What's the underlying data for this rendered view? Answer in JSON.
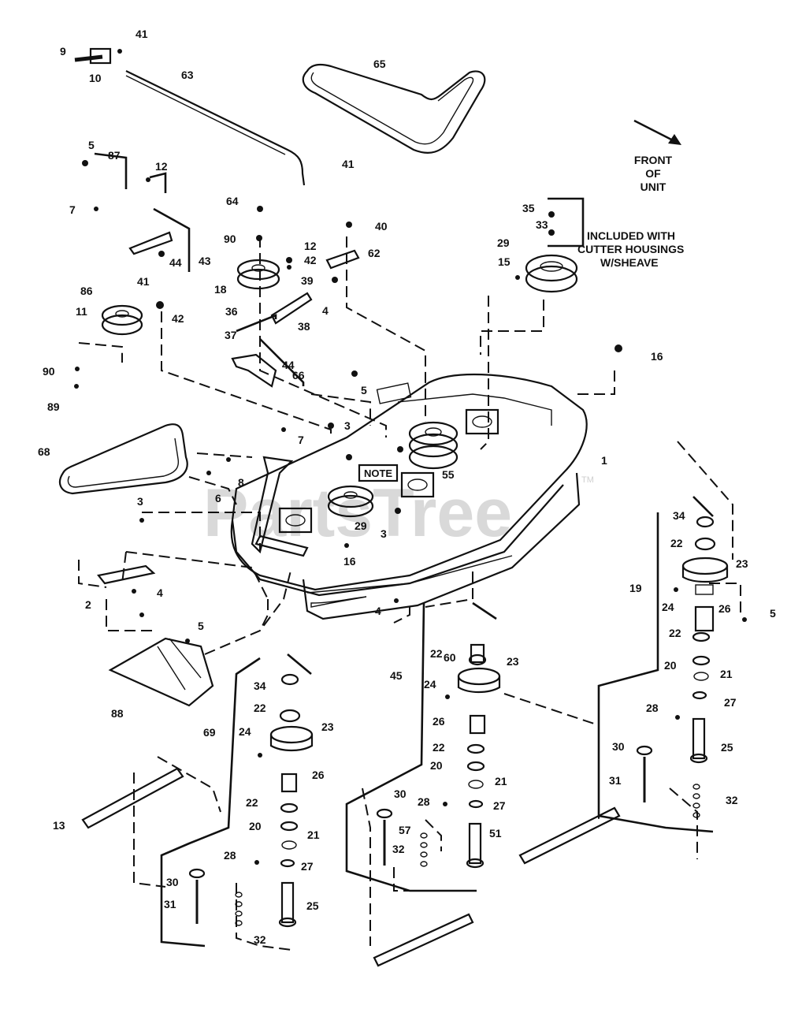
{
  "diagram": {
    "watermark": "PartsTree",
    "watermark_tm": "TM",
    "front_label_line1": "FRONT",
    "front_label_line2": "OF",
    "front_label_line3": "UNIT",
    "included_line1": "INCLUDED WITH",
    "included_line2": "CUTTER HOUSINGS",
    "included_line3": "W/SHEAVE",
    "note_box": "NOTE"
  },
  "callouts": [
    {
      "id": "c-9",
      "text": "9"
    },
    {
      "id": "c-10",
      "text": "10"
    },
    {
      "id": "c-41a",
      "text": "41"
    },
    {
      "id": "c-63",
      "text": "63"
    },
    {
      "id": "c-65",
      "text": "65"
    },
    {
      "id": "c-5a",
      "text": "5"
    },
    {
      "id": "c-87",
      "text": "87"
    },
    {
      "id": "c-12a",
      "text": "12"
    },
    {
      "id": "c-41b",
      "text": "41"
    },
    {
      "id": "c-7a",
      "text": "7"
    },
    {
      "id": "c-43",
      "text": "43"
    },
    {
      "id": "c-44a",
      "text": "44"
    },
    {
      "id": "c-41c",
      "text": "41"
    },
    {
      "id": "c-86",
      "text": "86"
    },
    {
      "id": "c-11",
      "text": "11"
    },
    {
      "id": "c-42a",
      "text": "42"
    },
    {
      "id": "c-90a",
      "text": "90"
    },
    {
      "id": "c-89",
      "text": "89"
    },
    {
      "id": "c-64",
      "text": "64"
    },
    {
      "id": "c-90b",
      "text": "90"
    },
    {
      "id": "c-18",
      "text": "18"
    },
    {
      "id": "c-36",
      "text": "36"
    },
    {
      "id": "c-37",
      "text": "37"
    },
    {
      "id": "c-12b",
      "text": "12"
    },
    {
      "id": "c-42b",
      "text": "42"
    },
    {
      "id": "c-39",
      "text": "39"
    },
    {
      "id": "c-4a",
      "text": "4"
    },
    {
      "id": "c-38",
      "text": "38"
    },
    {
      "id": "c-40",
      "text": "40"
    },
    {
      "id": "c-62",
      "text": "62"
    },
    {
      "id": "c-44b",
      "text": "44"
    },
    {
      "id": "c-66",
      "text": "66"
    },
    {
      "id": "c-35",
      "text": "35"
    },
    {
      "id": "c-33",
      "text": "33"
    },
    {
      "id": "c-29a",
      "text": "29"
    },
    {
      "id": "c-15",
      "text": "15"
    },
    {
      "id": "c-16a",
      "text": "16"
    },
    {
      "id": "c-5b",
      "text": "5"
    },
    {
      "id": "c-3a",
      "text": "3"
    },
    {
      "id": "c-7b",
      "text": "7"
    },
    {
      "id": "c-55",
      "text": "55"
    },
    {
      "id": "c-1",
      "text": "1"
    },
    {
      "id": "c-68",
      "text": "68"
    },
    {
      "id": "c-8",
      "text": "8"
    },
    {
      "id": "c-6",
      "text": "6"
    },
    {
      "id": "c-3b",
      "text": "3"
    },
    {
      "id": "c-29b",
      "text": "29"
    },
    {
      "id": "c-3c",
      "text": "3"
    },
    {
      "id": "c-16b",
      "text": "16"
    },
    {
      "id": "c-2",
      "text": "2"
    },
    {
      "id": "c-4b",
      "text": "4"
    },
    {
      "id": "c-5c",
      "text": "5"
    },
    {
      "id": "c-4c",
      "text": "4"
    },
    {
      "id": "c-88",
      "text": "88"
    },
    {
      "id": "c-34a",
      "text": "34"
    },
    {
      "id": "c-22a",
      "text": "22"
    },
    {
      "id": "c-23a",
      "text": "23"
    },
    {
      "id": "c-19",
      "text": "19"
    },
    {
      "id": "c-24a",
      "text": "24"
    },
    {
      "id": "c-26a",
      "text": "26"
    },
    {
      "id": "c-5d",
      "text": "5"
    },
    {
      "id": "c-22b",
      "text": "22"
    },
    {
      "id": "c-20a",
      "text": "20"
    },
    {
      "id": "c-21a",
      "text": "21"
    },
    {
      "id": "c-27a",
      "text": "27"
    },
    {
      "id": "c-28a",
      "text": "28"
    },
    {
      "id": "c-25a",
      "text": "25"
    },
    {
      "id": "c-30a",
      "text": "30"
    },
    {
      "id": "c-31a",
      "text": "31"
    },
    {
      "id": "c-32a",
      "text": "32"
    },
    {
      "id": "c-60",
      "text": "60"
    },
    {
      "id": "c-45",
      "text": "45"
    },
    {
      "id": "c-22c",
      "text": "22"
    },
    {
      "id": "c-23b",
      "text": "23"
    },
    {
      "id": "c-24b",
      "text": "24"
    },
    {
      "id": "c-26b",
      "text": "26"
    },
    {
      "id": "c-22d",
      "text": "22"
    },
    {
      "id": "c-20b",
      "text": "20"
    },
    {
      "id": "c-21b",
      "text": "21"
    },
    {
      "id": "c-30b",
      "text": "30"
    },
    {
      "id": "c-28b",
      "text": "28"
    },
    {
      "id": "c-27b",
      "text": "27"
    },
    {
      "id": "c-57",
      "text": "57"
    },
    {
      "id": "c-51",
      "text": "51"
    },
    {
      "id": "c-32b",
      "text": "32"
    },
    {
      "id": "c-69",
      "text": "69"
    },
    {
      "id": "c-34b",
      "text": "34"
    },
    {
      "id": "c-22e",
      "text": "22"
    },
    {
      "id": "c-23c",
      "text": "23"
    },
    {
      "id": "c-24c",
      "text": "24"
    },
    {
      "id": "c-26c",
      "text": "26"
    },
    {
      "id": "c-22f",
      "text": "22"
    },
    {
      "id": "c-20c",
      "text": "20"
    },
    {
      "id": "c-21c",
      "text": "21"
    },
    {
      "id": "c-28c",
      "text": "28"
    },
    {
      "id": "c-27c",
      "text": "27"
    },
    {
      "id": "c-30c",
      "text": "30"
    },
    {
      "id": "c-31b",
      "text": "31"
    },
    {
      "id": "c-25b",
      "text": "25"
    },
    {
      "id": "c-32c",
      "text": "32"
    },
    {
      "id": "c-13",
      "text": "13"
    }
  ]
}
